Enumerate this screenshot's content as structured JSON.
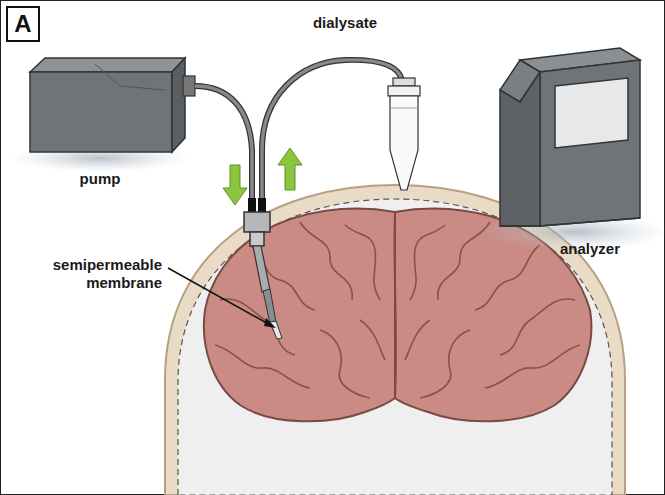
{
  "diagram": {
    "nodes": [
      {
        "text": [
          "A"
        ]
      }
    ],
    "labels": [
      "dialysate",
      "pump",
      "semipermeable membrane",
      "analyzer"
    ]
  }
}
